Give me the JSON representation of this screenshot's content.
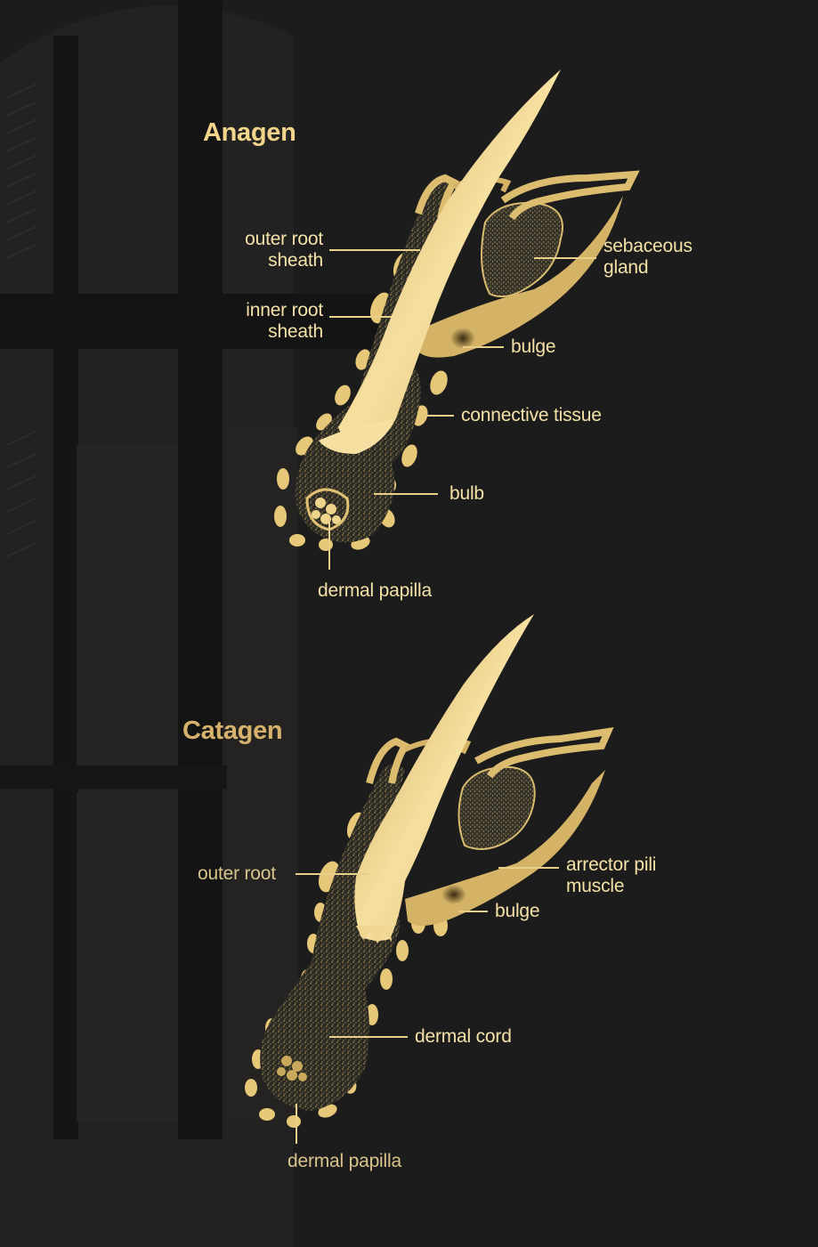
{
  "diagrams": [
    {
      "title": "Anagen",
      "labels": {
        "outer_root_sheath": [
          "outer root",
          "sheath"
        ],
        "inner_root_sheath": [
          "inner root",
          "sheath"
        ],
        "sebaceous_gland": [
          "sebaceous",
          "gland"
        ],
        "bulge": "bulge",
        "connective_tissue": "connective tissue",
        "bulb": "bulb",
        "dermal_papilla": "dermal papilla"
      }
    },
    {
      "title": "Catagen",
      "labels": {
        "outer_root": "outer root",
        "arrector_pili_muscle": [
          "arrector pili",
          "muscle"
        ],
        "bulge": "bulge",
        "dermal_cord": "dermal cord",
        "dermal_papilla": "dermal papilla"
      }
    }
  ],
  "colors": {
    "background": "#1d1c1c",
    "gold": "#e7c66f",
    "gold_light": "#f5dc94",
    "label_text": "#f3e1a6"
  }
}
